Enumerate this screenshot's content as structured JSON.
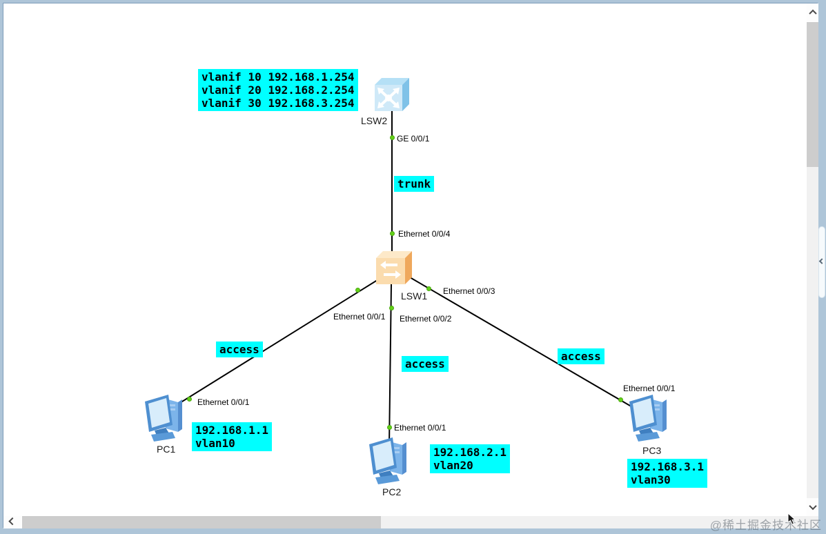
{
  "app": {
    "watermark": "@稀土掘金技术社区"
  },
  "canvas": {
    "vlanif_note": {
      "line1": "vlanif 10 192.168.1.254",
      "line2": "vlanif 20 192.168.2.254",
      "line3": "vlanif 30 192.168.3.254"
    },
    "devices": {
      "lsw2": {
        "label": "LSW2",
        "type": "layer3-switch"
      },
      "lsw1": {
        "label": "LSW1",
        "type": "layer2-switch"
      },
      "pc1": {
        "label": "PC1",
        "type": "pc"
      },
      "pc2": {
        "label": "PC2",
        "type": "pc"
      },
      "pc3": {
        "label": "PC3",
        "type": "pc"
      }
    },
    "ports": {
      "lsw2_ge001": "GE 0/0/1",
      "lsw1_e004": "Ethernet 0/0/4",
      "lsw1_e001": "Ethernet 0/0/1",
      "lsw1_e002": "Ethernet 0/0/2",
      "lsw1_e003": "Ethernet 0/0/3",
      "pc1_e001": "Ethernet 0/0/1",
      "pc2_e001": "Ethernet 0/0/1",
      "pc3_e001": "Ethernet 0/0/1"
    },
    "link_modes": {
      "trunk": "trunk",
      "access_pc1": "access",
      "access_pc2": "access",
      "access_pc3": "access"
    },
    "host_notes": {
      "pc1": {
        "ip": "192.168.1.1",
        "vlan": "vlan10"
      },
      "pc2": {
        "ip": "192.168.2.1",
        "vlan": "vlan20"
      },
      "pc3": {
        "ip": "192.168.3.1",
        "vlan": "vlan30"
      }
    },
    "colors": {
      "annotation_bg": "#00ffff",
      "link": "#000000",
      "port_dot": "#63d118",
      "l3_switch_body": "#a8d8f2",
      "l2_switch_body": "#f7cf94"
    }
  },
  "icons": {
    "scroll_up": "chevron-up",
    "scroll_down": "chevron-down",
    "scroll_left": "chevron-left",
    "panel_handle": "chevron-left",
    "lsw2_device": "l3-switch-icon",
    "lsw1_device": "l2-switch-icon",
    "pc_device": "computer-icon",
    "pointer": "mouse-cursor"
  }
}
